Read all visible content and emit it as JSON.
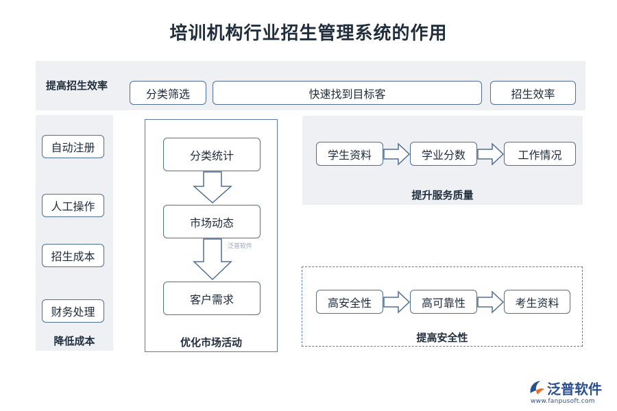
{
  "title": "培训机构行业招生管理系统的作用",
  "top_row": {
    "label": "提高招生效率",
    "items": [
      "分类筛选",
      "快速找到目标客",
      "招生效率"
    ]
  },
  "left_column": {
    "items": [
      "自动注册",
      "人工操作",
      "招生成本",
      "财务处理"
    ],
    "label": "降低成本"
  },
  "middle_column": {
    "steps": [
      "分类统计",
      "市场动态",
      "客户需求"
    ],
    "label": "优化市场活动",
    "watermark": "泛普软件"
  },
  "service_panel": {
    "steps": [
      "学生资料",
      "学业分数",
      "工作情况"
    ],
    "label": "提升服务质量"
  },
  "security_panel": {
    "steps": [
      "高安全性",
      "高可靠性",
      "考生资料"
    ],
    "label": "提高安全性"
  },
  "logo": {
    "name": "泛普软件",
    "url": "www.fanpusoft.com",
    "icon": "fanpu-logo-icon"
  },
  "colors": {
    "border": "#4f6d95",
    "panel_gray": "#eef0f3",
    "logo_blue": "#2a4f8f",
    "logo_accent": "#e8732c"
  }
}
